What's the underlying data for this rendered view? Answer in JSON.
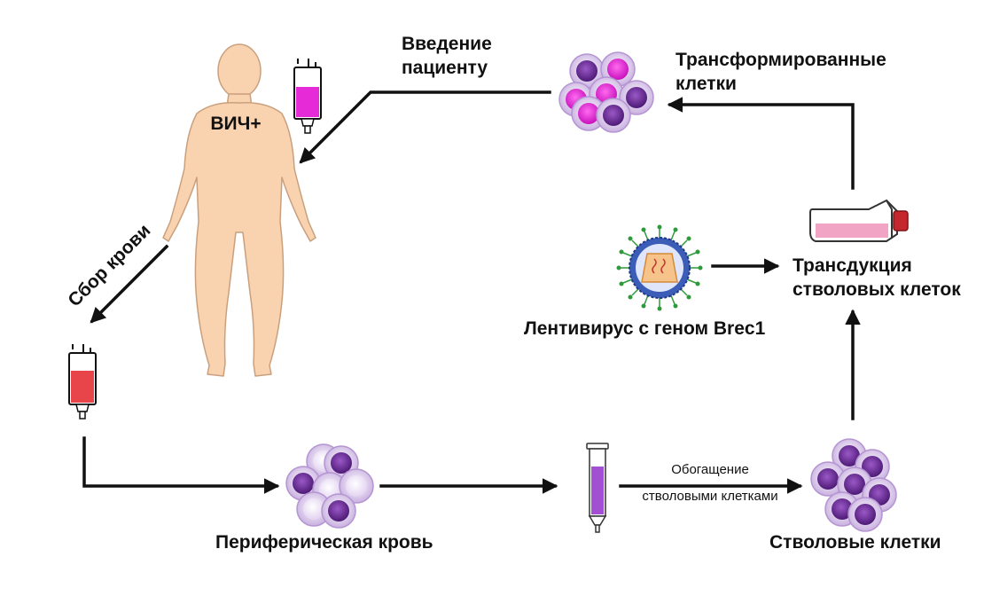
{
  "labels": {
    "patient": "ВИЧ+",
    "administration_line1": "Введение",
    "administration_line2": "пациенту",
    "transformed_line1": "Трансформированные",
    "transformed_line2": "клетки",
    "blood_collection": "Сбор крови",
    "lentivirus": "Лентивирус с геном Brec1",
    "transduction_line1": "Трансдукция",
    "transduction_line2": "стволовых клеток",
    "peripheral_blood": "Периферическая кровь",
    "enrichment_line1": "Обогащение",
    "enrichment_line2": "стволовыми клетками",
    "stem_cells": "Стволовые клетки"
  },
  "icons": {
    "human": "human-figure-icon",
    "iv_bag_magenta": "iv-bag-icon",
    "iv_bag_red": "blood-bag-icon",
    "cell_cluster": "cell-cluster-icon",
    "column": "chromatography-column-icon",
    "flask": "culture-flask-icon",
    "virus": "lentivirus-icon"
  },
  "colors": {
    "skin": "#f9d3b0",
    "skin_outline": "#c9a07e",
    "magenta": "#e62ad8",
    "blood": "#e8454b",
    "cell_purple": "#6a2d94",
    "cell_light": "#e7d6f5",
    "flask_pink": "#f2a4c4",
    "cap_red": "#c4282e",
    "virus_orange": "#f6c48a",
    "virus_blue": "#3b5db8",
    "spike_green": "#2e9a3c",
    "arrow": "#111111"
  }
}
